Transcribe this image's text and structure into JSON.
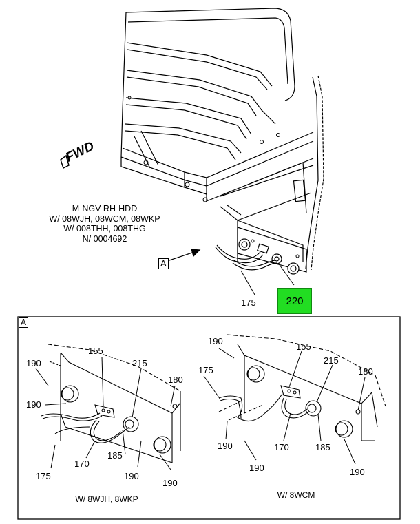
{
  "header": {
    "fwd_label": "FWD",
    "note_lines": [
      "M-NGV-RH-HDD",
      "W/ 08WJH, 08WCM, 08WKP",
      "W/ 008THH, 008THG",
      "N/ 0004692"
    ],
    "view_ref": "A",
    "top_callouts": {
      "harness": "175",
      "highlight": "220"
    },
    "highlight_color": "#22dd22"
  },
  "detail_view": {
    "label": "A",
    "left": {
      "caption": "W/ 8WJH, 8WKP",
      "callouts": [
        "190",
        "155",
        "215",
        "180",
        "190",
        "175",
        "170",
        "185",
        "190",
        "190"
      ]
    },
    "right": {
      "caption": "W/ 8WCM",
      "callouts": [
        "190",
        "155",
        "215",
        "175",
        "180",
        "190",
        "170",
        "185",
        "190"
      ]
    }
  }
}
